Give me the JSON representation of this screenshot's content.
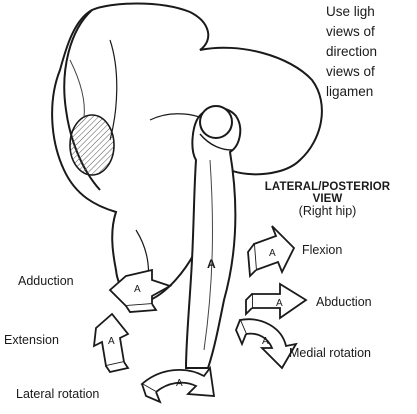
{
  "intro_lines": [
    "Use ligh",
    "views of",
    "direction",
    "views of",
    "ligamen"
  ],
  "view_title": [
    "LATERAL/POSTERIOR",
    "VIEW"
  ],
  "view_subtitle": "(Right hip)",
  "bone_letter": "A",
  "movements": {
    "flexion": "Flexion",
    "abduction": "Abduction",
    "medial_rotation": "Medial rotation",
    "adduction": "Adduction",
    "extension": "Extension",
    "lateral_rotation": "Lateral rotation"
  },
  "arrow_letter": "A"
}
